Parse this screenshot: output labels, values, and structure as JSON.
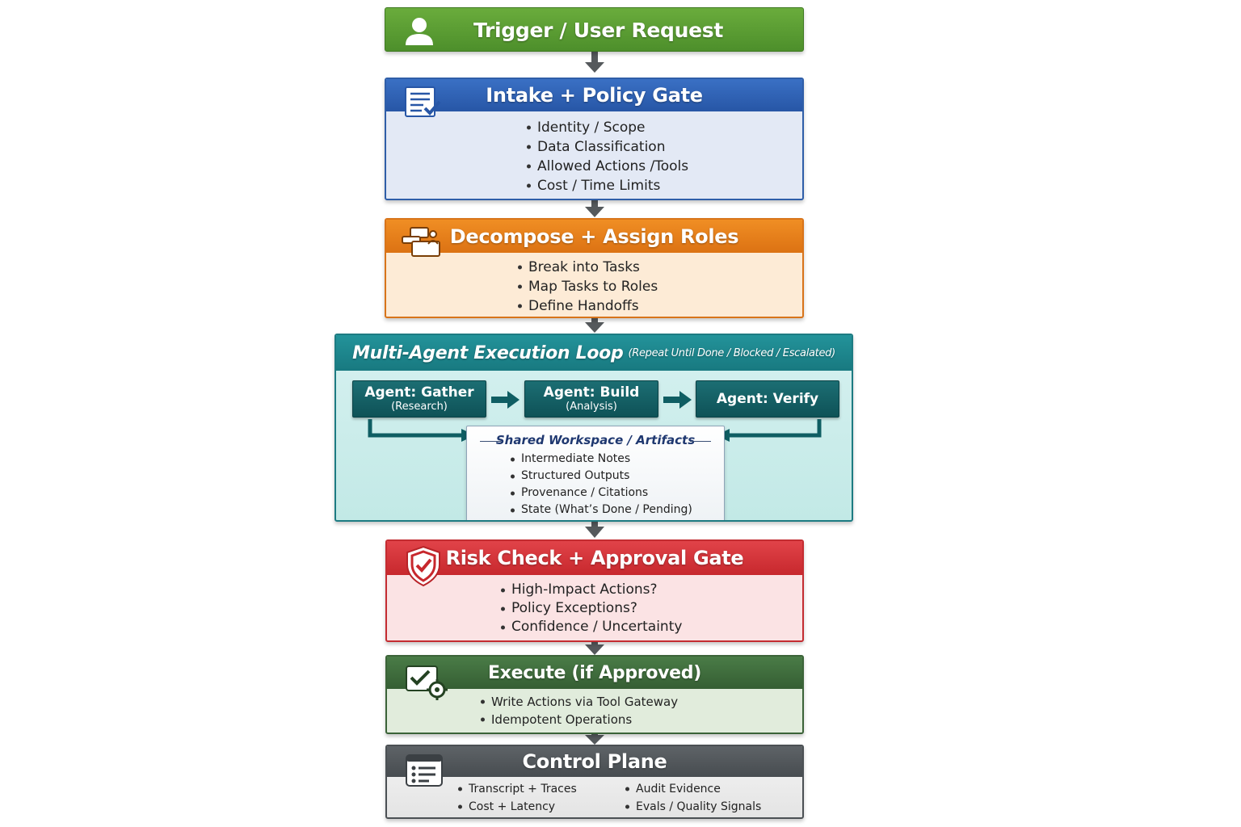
{
  "trigger": {
    "title": "Trigger / User Request"
  },
  "intake": {
    "title": "Intake + Policy Gate",
    "items": [
      "Identity / Scope",
      "Data Classification",
      "Allowed Actions /Tools",
      "Cost / Time Limits"
    ]
  },
  "decompose": {
    "title": "Decompose + Assign Roles",
    "items": [
      "Break into Tasks",
      "Map Tasks to Roles",
      "Define Handoffs"
    ]
  },
  "loop": {
    "title": "Multi-Agent Execution Loop",
    "subtitle": "(Repeat Until Done / Blocked / Escalated)",
    "agents": [
      {
        "title": "Agent: Gather",
        "sub": "(Research)"
      },
      {
        "title": "Agent: Build",
        "sub": "(Analysis)"
      },
      {
        "title": "Agent: Verify",
        "sub": ""
      }
    ],
    "workspace": {
      "title": "Shared Workspace / Artifacts",
      "items": [
        "Intermediate Notes",
        "Structured Outputs",
        "Provenance / Citations",
        "State (What’s Done / Pending)"
      ]
    }
  },
  "risk": {
    "title": "Risk Check + Approval Gate",
    "items": [
      "High-Impact Actions?",
      "Policy Exceptions?",
      "Confidence / Uncertainty"
    ]
  },
  "execute": {
    "title": "Execute (if Approved)",
    "items": [
      "Write Actions via Tool Gateway",
      "Idempotent Operations"
    ]
  },
  "control": {
    "title": "Control Plane",
    "items_left": [
      "Transcript + Traces",
      "Cost + Latency"
    ],
    "items_right": [
      "Audit Evidence",
      "Evals / Quality Signals"
    ]
  },
  "colors": {
    "green": "#5a9a32",
    "blue": "#2f63b8",
    "orange": "#e57d17",
    "teal": "#1d8790",
    "red": "#d6373c",
    "darkgreen": "#3e6b3c",
    "gray": "#555a5e"
  }
}
